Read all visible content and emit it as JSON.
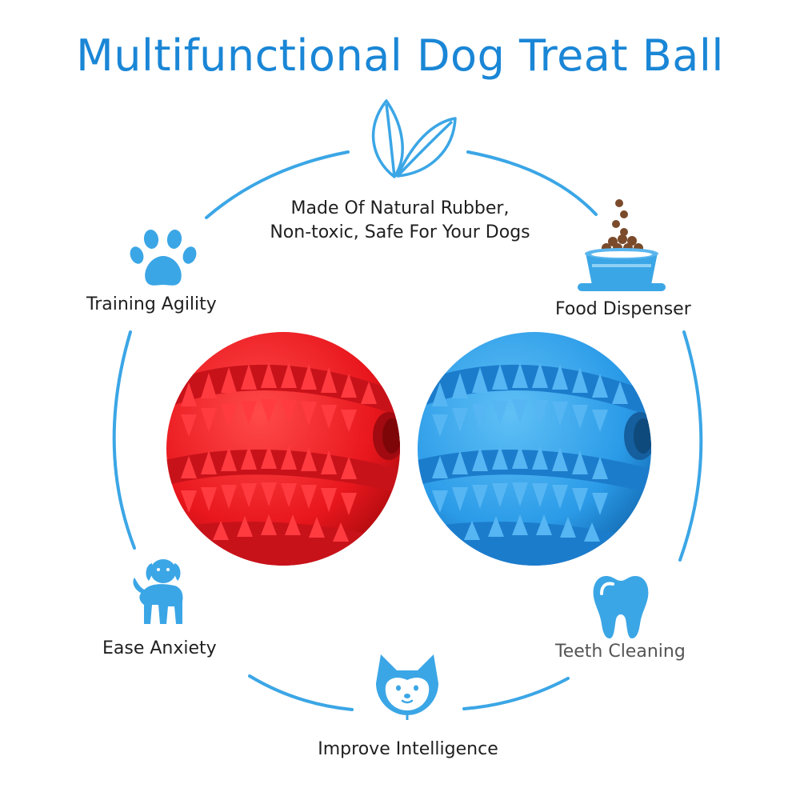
{
  "title": "Multifunctional Dog Treat Ball",
  "features": {
    "natural_rubber_line1": "Made Of Natural Rubber,",
    "natural_rubber_line2": "Non-toxic, Safe For Your Dogs",
    "training": "Training Agility",
    "food": "Food Dispenser",
    "anxiety": "Ease Anxiety",
    "teeth": "Teeth Cleaning",
    "intelligence": "Improve Intelligence"
  },
  "colors": {
    "accent": "#1a86d6",
    "icon_blue": "#3ba6e6",
    "red_ball": "#f0242a",
    "blue_ball": "#2b9be8"
  },
  "icons": [
    "leaf-icon",
    "paw-icon",
    "food-bowl-icon",
    "dog-icon",
    "tooth-icon",
    "shiba-face-icon"
  ]
}
